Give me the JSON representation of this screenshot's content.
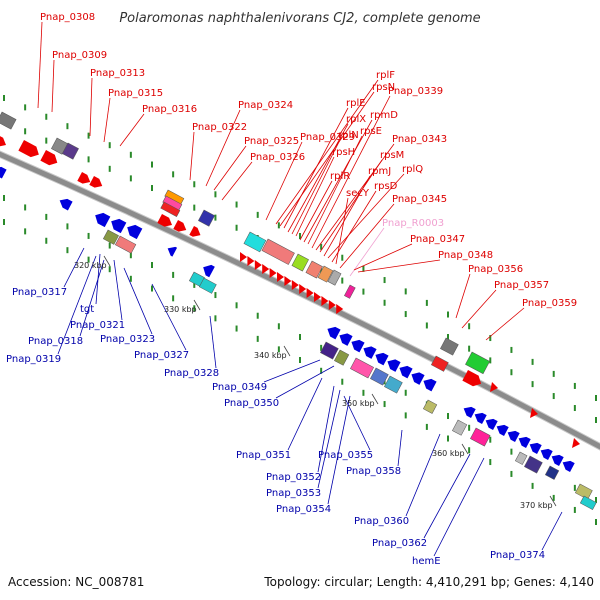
{
  "title": "Polaromonas naphthalenivorans CJ2, complete genome",
  "footer": {
    "accession": "Accession: NC_008781",
    "summary": "Topology: circular; Length: 4,410,291 bp; Genes: 4,140"
  },
  "colors": {
    "forward": "#ee0000",
    "reverse": "#0000dd",
    "rna": "#ee88cc",
    "backbone": "#8c8c8c",
    "tick": "#2a8a2a",
    "forward_label": "#dd0000",
    "reverse_label": "#0000aa",
    "rna_label": "#f0a0d0"
  },
  "scale_ticks": [
    {
      "label": "320 kbp"
    },
    {
      "label": "330 kbp"
    },
    {
      "label": "340 kbp"
    },
    {
      "label": "350 kbp"
    },
    {
      "label": "360 kbp"
    },
    {
      "label": "370 kbp"
    }
  ],
  "forward_labels": [
    {
      "name": "Pnap_0308",
      "kind": "forward"
    },
    {
      "name": "Pnap_0309",
      "kind": "forward"
    },
    {
      "name": "Pnap_0313",
      "kind": "forward"
    },
    {
      "name": "Pnap_0315",
      "kind": "forward"
    },
    {
      "name": "Pnap_0316",
      "kind": "forward"
    },
    {
      "name": "Pnap_0322",
      "kind": "forward"
    },
    {
      "name": "Pnap_0324",
      "kind": "forward"
    },
    {
      "name": "Pnap_0325",
      "kind": "forward"
    },
    {
      "name": "Pnap_0326",
      "kind": "forward"
    },
    {
      "name": "Pnap_0329",
      "kind": "forward"
    },
    {
      "name": "rplF",
      "kind": "forward"
    },
    {
      "name": "rpsN",
      "kind": "forward"
    },
    {
      "name": "rplE",
      "kind": "forward"
    },
    {
      "name": "rplX",
      "kind": "forward"
    },
    {
      "name": "rplN",
      "kind": "forward"
    },
    {
      "name": "rpsH",
      "kind": "forward"
    },
    {
      "name": "rplR",
      "kind": "forward"
    },
    {
      "name": "rpmD",
      "kind": "forward"
    },
    {
      "name": "rpsE",
      "kind": "forward"
    },
    {
      "name": "Pnap_0339",
      "kind": "forward"
    },
    {
      "name": "Pnap_0343",
      "kind": "forward"
    },
    {
      "name": "rpsM",
      "kind": "forward"
    },
    {
      "name": "rpmJ",
      "kind": "forward"
    },
    {
      "name": "rplQ",
      "kind": "forward"
    },
    {
      "name": "rpsD",
      "kind": "forward"
    },
    {
      "name": "secY",
      "kind": "forward"
    },
    {
      "name": "Pnap_0345",
      "kind": "forward"
    },
    {
      "name": "Pnap_R0003",
      "kind": "rna"
    },
    {
      "name": "Pnap_0347",
      "kind": "forward"
    },
    {
      "name": "Pnap_0348",
      "kind": "forward"
    },
    {
      "name": "Pnap_0356",
      "kind": "forward"
    },
    {
      "name": "Pnap_0357",
      "kind": "forward"
    },
    {
      "name": "Pnap_0359",
      "kind": "forward"
    }
  ],
  "reverse_labels": [
    {
      "name": "Pnap_0317",
      "kind": "reverse"
    },
    {
      "name": "tgt",
      "kind": "reverse"
    },
    {
      "name": "Pnap_0321",
      "kind": "reverse"
    },
    {
      "name": "Pnap_0318",
      "kind": "reverse"
    },
    {
      "name": "Pnap_0319",
      "kind": "reverse"
    },
    {
      "name": "Pnap_0323",
      "kind": "reverse"
    },
    {
      "name": "Pnap_0327",
      "kind": "reverse"
    },
    {
      "name": "Pnap_0328",
      "kind": "reverse"
    },
    {
      "name": "Pnap_0349",
      "kind": "reverse"
    },
    {
      "name": "Pnap_0350",
      "kind": "reverse"
    },
    {
      "name": "Pnap_0351",
      "kind": "reverse"
    },
    {
      "name": "Pnap_0355",
      "kind": "reverse"
    },
    {
      "name": "Pnap_0352",
      "kind": "reverse"
    },
    {
      "name": "Pnap_0358",
      "kind": "reverse"
    },
    {
      "name": "Pnap_0353",
      "kind": "reverse"
    },
    {
      "name": "Pnap_0354",
      "kind": "reverse"
    },
    {
      "name": "Pnap_0360",
      "kind": "reverse"
    },
    {
      "name": "Pnap_0362",
      "kind": "reverse"
    },
    {
      "name": "hemE",
      "kind": "reverse"
    },
    {
      "name": "Pnap_0374",
      "kind": "reverse"
    }
  ]
}
